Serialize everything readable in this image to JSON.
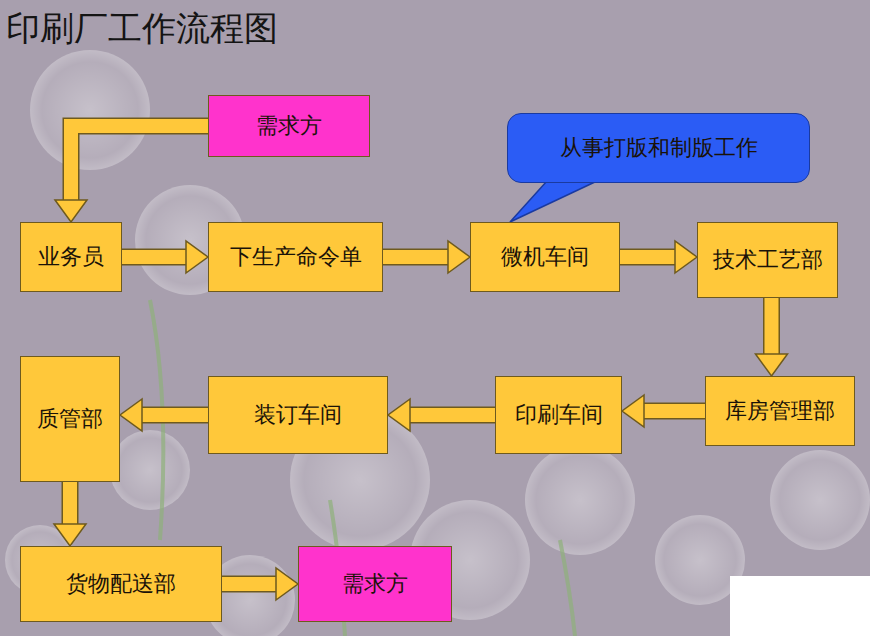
{
  "diagram": {
    "title": "印刷厂工作流程图",
    "nodes": [
      {
        "text": [
          "需求方"
        ]
      },
      {
        "text": [
          "业务员"
        ]
      },
      {
        "text": [
          "下生产命令单"
        ]
      },
      {
        "text": [
          "微机车间"
        ]
      },
      {
        "text": [
          "技术工艺部"
        ]
      },
      {
        "text": [
          "库房管理部"
        ]
      },
      {
        "text": [
          "印刷车间"
        ]
      },
      {
        "text": [
          "装订车间"
        ]
      },
      {
        "text": [
          "质管部"
        ]
      },
      {
        "text": [
          "货物配送部"
        ]
      },
      {
        "text": [
          "需求方"
        ]
      },
      {
        "text": [
          "从事打版和制版工作"
        ]
      }
    ],
    "edges": [
      {
        "from": 0,
        "to": 1,
        "arrow": "to"
      },
      {
        "from": 1,
        "to": 2,
        "arrow": "to"
      },
      {
        "from": 2,
        "to": 3,
        "arrow": "to"
      },
      {
        "from": 3,
        "to": 4,
        "arrow": "to"
      },
      {
        "from": 4,
        "to": 5,
        "arrow": "to"
      },
      {
        "from": 5,
        "to": 6,
        "arrow": "to"
      },
      {
        "from": 6,
        "to": 7,
        "arrow": "to"
      },
      {
        "from": 7,
        "to": 8,
        "arrow": "to"
      },
      {
        "from": 8,
        "to": 9,
        "arrow": "to"
      },
      {
        "from": 9,
        "to": 10,
        "arrow": "to"
      }
    ]
  }
}
